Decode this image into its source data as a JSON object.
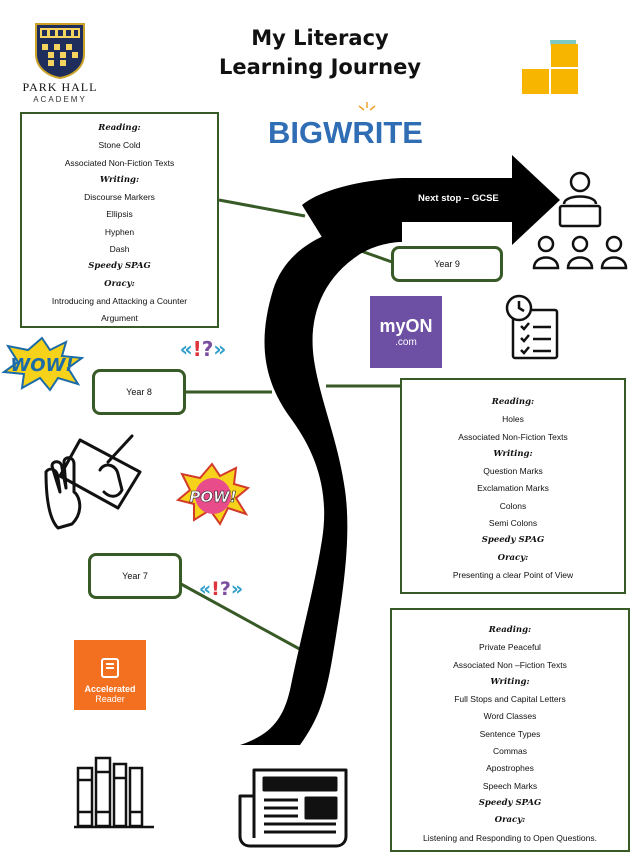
{
  "title": {
    "line1": "My Literacy",
    "line2": "Learning Journey"
  },
  "school": {
    "name": "PARK HALL",
    "sub": "ACADEMY"
  },
  "logos": {
    "bigwrite": "BIGWRITE",
    "myon": "myON",
    "myon_sub": ".com",
    "accelerated_line1": "Accelerated",
    "accelerated_line2": "Reader",
    "wow": "WOW!",
    "pow": "POW!",
    "punct": "«!?»"
  },
  "arrow": {
    "label": "Next stop – GCSE"
  },
  "years": {
    "y9": "Year 9",
    "y8": "Year 8",
    "y7": "Year 7"
  },
  "box_y9": {
    "rows": [
      {
        "text": "Reading:",
        "heading": true
      },
      {
        "text": "Stone Cold"
      },
      {
        "text": "Associated Non-Fiction Texts"
      },
      {
        "text": "Writing:",
        "heading": true
      },
      {
        "text": "Discourse Markers"
      },
      {
        "text": "Ellipsis"
      },
      {
        "text": "Hyphen"
      },
      {
        "text": "Dash"
      },
      {
        "text": "Speedy SPAG",
        "heading": true
      },
      {
        "text": "Oracy:",
        "heading": true
      },
      {
        "text": "Introducing and Attacking a Counter"
      },
      {
        "text": "Argument"
      }
    ]
  },
  "box_y8": {
    "rows": [
      {
        "text": "Reading:",
        "heading": true
      },
      {
        "text": "Holes"
      },
      {
        "text": "Associated Non-Fiction Texts"
      },
      {
        "text": "Writing:",
        "heading": true
      },
      {
        "text": "Question Marks"
      },
      {
        "text": "Exclamation Marks"
      },
      {
        "text": "Colons"
      },
      {
        "text": "Semi Colons"
      },
      {
        "text": "Speedy SPAG",
        "heading": true
      },
      {
        "text": "Oracy:",
        "heading": true
      },
      {
        "text": "Presenting a clear Point of View"
      }
    ]
  },
  "box_y7": {
    "rows": [
      {
        "text": "Reading:",
        "heading": true
      },
      {
        "text": "Private Peaceful"
      },
      {
        "text": "Associated Non –Fiction Texts"
      },
      {
        "text": "Writing:",
        "heading": true
      },
      {
        "text": "Full Stops and Capital Letters"
      },
      {
        "text": "Word Classes"
      },
      {
        "text": "Sentence Types"
      },
      {
        "text": "Commas"
      },
      {
        "text": "Apostrophes"
      },
      {
        "text": "Speech Marks"
      },
      {
        "text": "Speedy SPAG",
        "heading": true
      },
      {
        "text": "Oracy:",
        "heading": true
      },
      {
        "text": "Listening and Responding to Open Questions."
      }
    ]
  },
  "colors": {
    "border": "#375a26",
    "road": "#000000",
    "myon": "#6d4fa3",
    "accelerated": "#f37021",
    "bigwrite_blue": "#2f6db5"
  }
}
